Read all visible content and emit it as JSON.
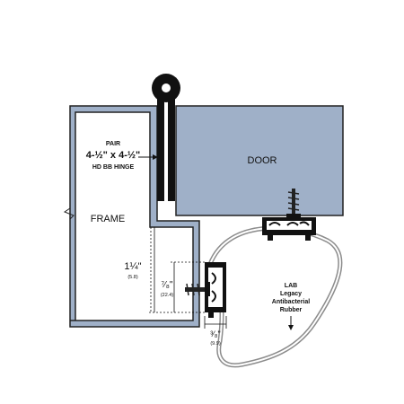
{
  "labels": {
    "door": "DOOR",
    "frame": "FRAME",
    "hinge_line1": "PAIR",
    "hinge_line2": "4-½\" x 4-½\"",
    "hinge_line3": "HD BB HINGE",
    "dim_1_25": "1¼\"",
    "dim_1_25_mm": "(5.8)",
    "dim_7_8": "⁷⁄₈\"",
    "dim_7_8_mm": "(22.4)",
    "dim_3_8": "³⁄₈\"",
    "dim_3_8_mm": "(9.9)",
    "rubber_line1": "LAB",
    "rubber_line2": "Legacy",
    "rubber_line3": "Antibacterial",
    "rubber_line4": "Rubber"
  },
  "colors": {
    "door_fill": "#9fb0c8",
    "frame_fill": "#9fb0c8",
    "outline": "#222222",
    "gasket": "#8c8c8c",
    "hinge": "#111111"
  },
  "icons": {
    "screw_top": "screw-icon",
    "screw_side": "screw-icon",
    "hinge_knuckle": "hinge-knuckle-icon"
  }
}
